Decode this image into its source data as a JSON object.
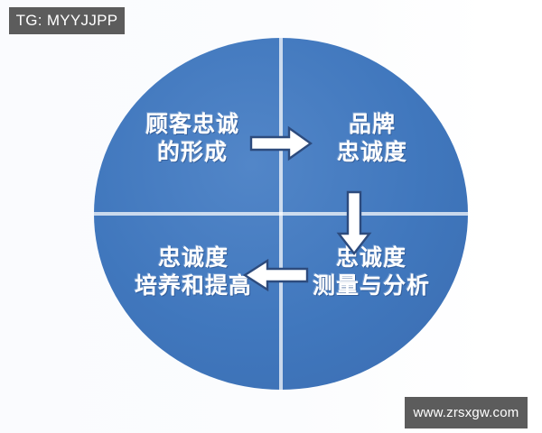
{
  "image": {
    "title": "顾客忠诚循环图",
    "background_color": "#ffffff",
    "circle_color": "#4077bd",
    "divider_color": "#ffffff",
    "text_color": "#ffffff"
  },
  "overlays": {
    "tg_badge": {
      "text": "TG: MYYJJPP",
      "background_color": "#5c5c5c",
      "text_color": "#ffffff"
    },
    "watermark": {
      "text": "www.zrsxgw.com",
      "background_color": "#5c5c5c",
      "text_color": "#ffffff"
    }
  },
  "diagram": {
    "type": "cycle",
    "shape": "circle-four-quadrants",
    "quadrants": [
      {
        "position": "top-left",
        "lines": [
          "顾客忠诚",
          "的形成"
        ],
        "line1": "顾客忠诚",
        "line2": "的形成"
      },
      {
        "position": "top-right",
        "lines": [
          "品牌",
          "忠诚度"
        ],
        "line1": "品牌",
        "line2": "忠诚度"
      },
      {
        "position": "bottom-right",
        "lines": [
          "忠诚度",
          "测量与分析"
        ],
        "line1": "忠诚度",
        "line2": "测量与分析"
      },
      {
        "position": "bottom-left",
        "lines": [
          "忠诚度",
          "培养和提高"
        ],
        "line1": "忠诚度",
        "line2": "培养和提高"
      }
    ],
    "arrows": [
      {
        "name": "arrow-right",
        "direction": "right",
        "from": "top-left",
        "to": "top-right",
        "fill": "#ffffff",
        "stroke": "#2d4b7d"
      },
      {
        "name": "arrow-down",
        "direction": "down",
        "from": "top-right",
        "to": "bottom-right",
        "fill": "#ffffff",
        "stroke": "#2d4b7d"
      },
      {
        "name": "arrow-left",
        "direction": "left",
        "from": "bottom-right",
        "to": "bottom-left",
        "fill": "#ffffff",
        "stroke": "#2d4b7d"
      }
    ]
  }
}
